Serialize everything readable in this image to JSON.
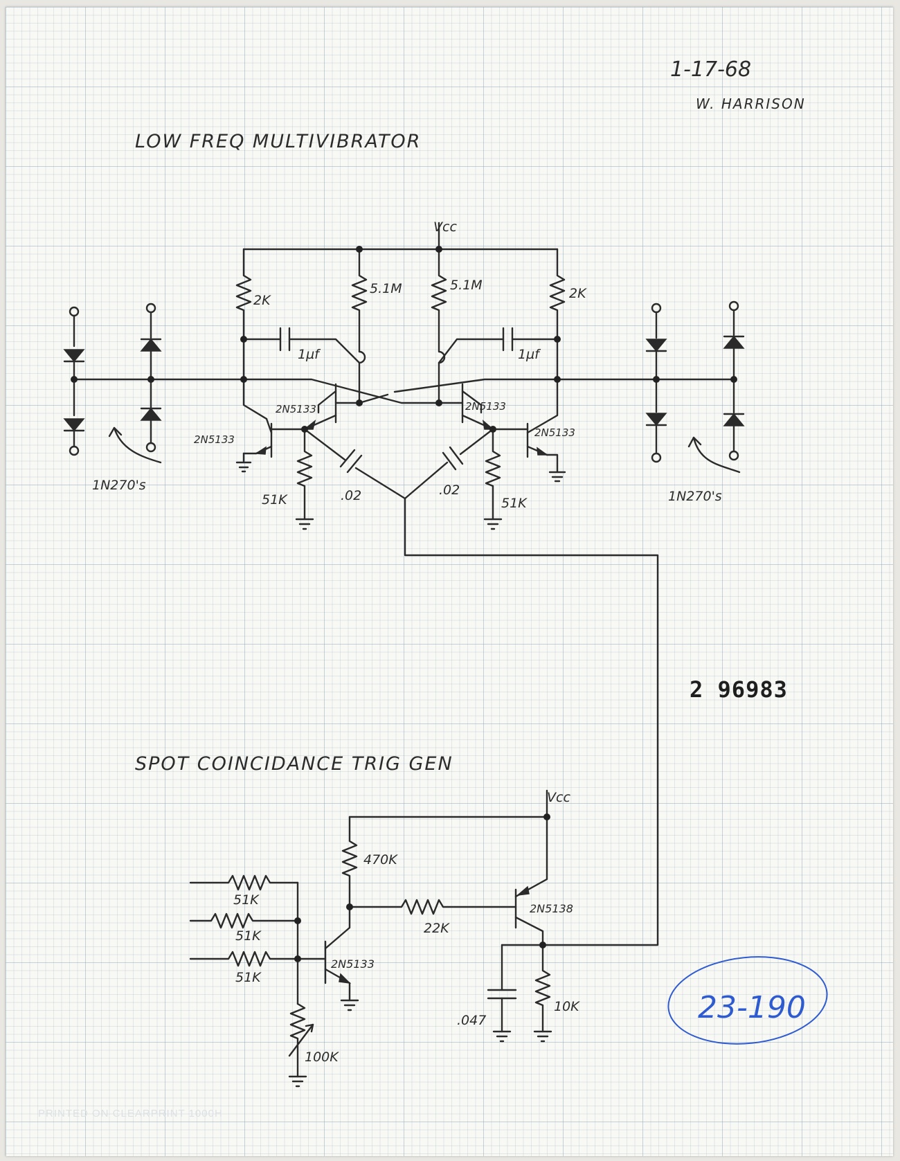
{
  "header": {
    "date": "1-17-68",
    "author": "W. HARRISON"
  },
  "multivibrator": {
    "title": "LOW FREQ MULTIVIBRATOR",
    "vcc": "Vcc",
    "r_left_collector": "2K",
    "r_left_base": "5.1M",
    "r_right_base": "5.1M",
    "r_right_collector": "2K",
    "cap_left": "1µf",
    "cap_right": "1µf",
    "q_left_upper": "2N5133",
    "q_left_lower": "2N5133",
    "q_right_upper": "2N5133",
    "q_right_lower": "2N5133",
    "r_left_emitter": "51K",
    "r_right_emitter": "51K",
    "cap_left_coupling": ".02",
    "cap_right_coupling": ".02",
    "diodes_left": "1N270's",
    "diodes_right": "1N270's"
  },
  "stamp_number": "2 96983",
  "trigger": {
    "title": "SPOT COINCIDANCE TRIG GEN",
    "vcc": "Vcc",
    "r_top": "470K",
    "r_in1": "51K",
    "r_in2": "51K",
    "r_in3": "51K",
    "q_npn": "2N5133",
    "r_series": "22K",
    "q_pnp": "2N5138",
    "cap_out": ".047",
    "r_load": "10K",
    "pot": "100K"
  },
  "annotation": "23-190",
  "printed_mark": "PRINTED ON CLEARPRINT 1000H",
  "colors": {
    "ink": "#2a2a2a",
    "blue_annotation": "#2f5bd0",
    "grid": "#8ca5b9"
  }
}
